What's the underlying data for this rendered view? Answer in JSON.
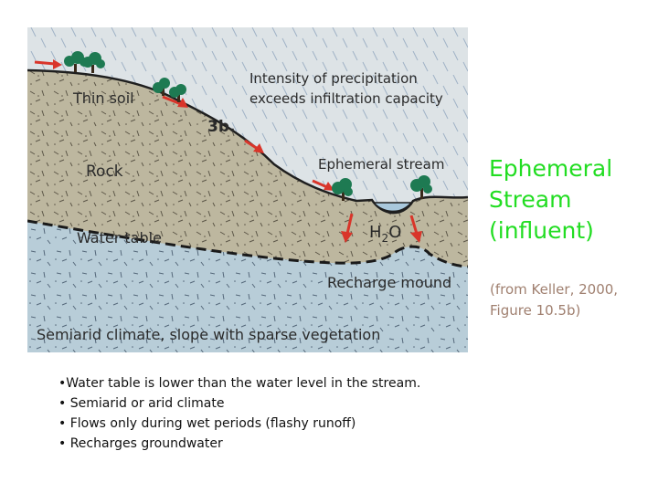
{
  "figure": {
    "labels": {
      "intensity_line1": "Intensity of precipitation",
      "intensity_line2": "exceeds infiltration capacity",
      "thin_soil": "Thin soil",
      "panel_id": "3b.",
      "rock": "Rock",
      "ephemeral_stream": "Ephemeral stream",
      "water_table": "Water table",
      "h2o_main": "H",
      "h2o_sub": "2",
      "h2o_end": "O",
      "recharge_mound": "Recharge mound",
      "climate_caption": "Semiarid climate, slope with sparse vegetation"
    },
    "colors": {
      "sky": "#dde3e6",
      "rain": "#9fb1c6",
      "rock": "#bdb79f",
      "groundwater": "#b8cdd8",
      "stream_water": "#a9c8dc",
      "arrow": "#d9352a",
      "tree": "#1e7a52"
    }
  },
  "side_title": [
    "Ephemeral",
    "Stream",
    "(influent)"
  ],
  "citation": [
    "(from Keller, 2000,",
    "Figure 10.5b)"
  ],
  "bullets": [
    "•Water table is lower than the  water level in the stream.",
    "• Semiarid or arid climate",
    "• Flows only during wet periods (flashy runoff)",
    "• Recharges groundwater"
  ],
  "colors": {
    "title": "#22dd22",
    "citation": "#a08070",
    "body_text": "#111111"
  }
}
